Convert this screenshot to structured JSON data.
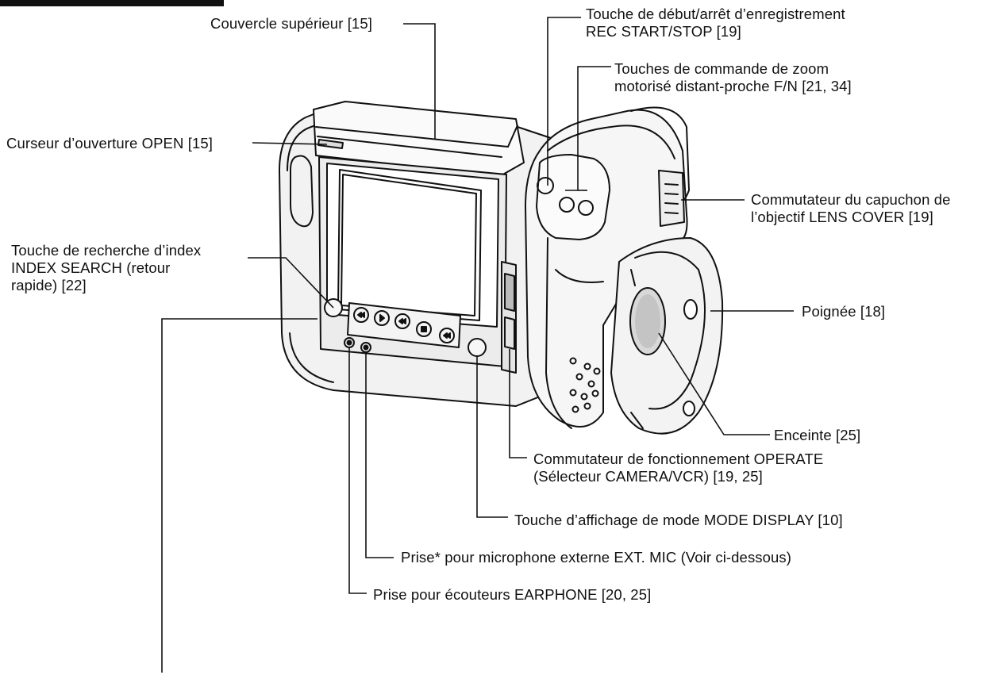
{
  "labels": {
    "top_cover": "Couvercle supérieur [15]",
    "open_slider": "Curseur d’ouverture OPEN [15]",
    "index_search": [
      "Touche de recherche d’index",
      "INDEX SEARCH (retour",
      "rapide) [22]"
    ],
    "rec_start_stop": [
      "Touche de début/arrêt d’enregistrement",
      "REC START/STOP [19]"
    ],
    "zoom_buttons": [
      "Touches de commande de zoom",
      "motorisé distant-proche F/N  [21, 34]"
    ],
    "lens_cover": [
      "Commutateur du capuchon de",
      "l’objectif LENS COVER [19]"
    ],
    "grip": "Poignée [18]",
    "speaker": "Enceinte [25]",
    "operate_switch": [
      "Commutateur de fonctionnement OPERATE",
      "(Sélecteur CAMERA/VCR) [19, 25]"
    ],
    "mode_display": "Touche d’affichage de mode MODE DISPLAY [10]",
    "ext_mic": "Prise* pour microphone externe EXT. MIC (Voir ci-dessous)",
    "earphone": "Prise pour écouteurs EARPHONE [20, 25]"
  }
}
